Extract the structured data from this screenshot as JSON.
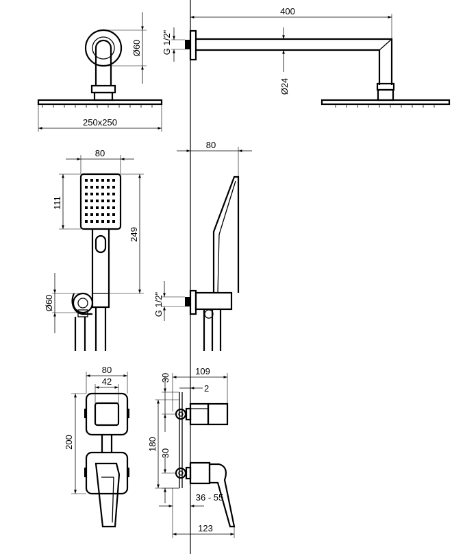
{
  "dimensions": {
    "arm_length": "400",
    "arm_thread": "G 1/2\"",
    "flange_diameter_top": "Ø60",
    "arm_diameter": "Ø24",
    "head_size": "250x250",
    "hand_width": "80",
    "hand_head_height": "111",
    "hand_total_length": "249",
    "holder_diameter": "Ø60",
    "side_projection": "80",
    "holder_thread": "G 1/2\"",
    "plate_width": "80",
    "plate_inner": "42",
    "plate_height": "200",
    "projection_total": "109",
    "mixer_gap": "2",
    "top_offset": "30",
    "valve_spacing": "180",
    "bottom_offset": "30",
    "install_depth": "36 - 55",
    "lever_depth": "123"
  }
}
